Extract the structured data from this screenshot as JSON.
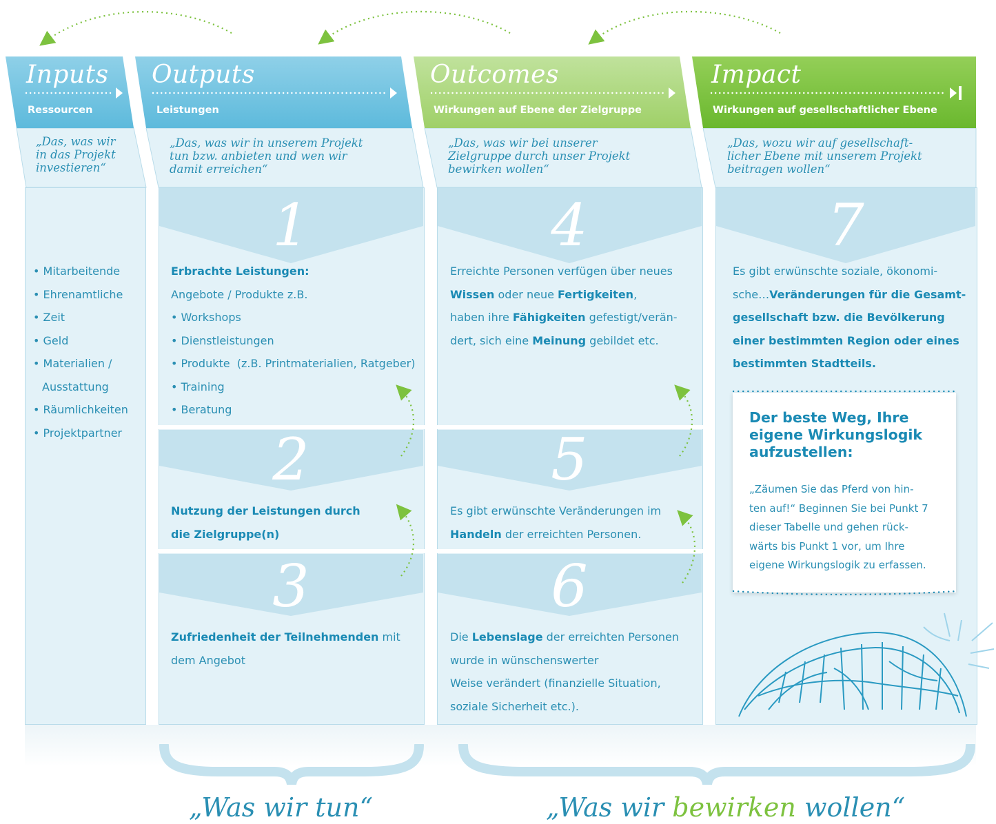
{
  "columns": [
    {
      "title": "Inputs",
      "subtitle": "Ressourcen",
      "quote": "„Das, was wir\nin das Projekt\ninvestieren“"
    },
    {
      "title": "Outputs",
      "subtitle": "Leistungen",
      "quote": "„Das, was wir in unserem Projekt\ntun bzw. anbieten und wen wir\ndamit erreichen“"
    },
    {
      "title": "Outcomes",
      "subtitle": "Wirkungen auf Ebene der Zielgruppe",
      "quote": "„Das, was wir bei unserer\nZielgruppe durch unser Projekt\nbewirken wollen“"
    },
    {
      "title": "Impact",
      "subtitle": "Wirkungen auf gesellschaftlicher Ebene",
      "quote": "„Das, wozu wir auf gesellschaft-\nlicher Ebene mit unserem Projekt\nbeitragen wollen“"
    }
  ],
  "inputs_list": [
    "Mitarbeitende",
    "Ehrenamtliche",
    "Zeit",
    "Geld",
    "Materialien /",
    "Ausstattung",
    "Räumlichkeiten",
    "Projektpartner"
  ],
  "numbers": [
    "1",
    "2",
    "3",
    "4",
    "5",
    "6",
    "7"
  ],
  "outputs": {
    "s1_heading": "Erbrachte Leistungen:",
    "s1_line": "Angebote / Produkte z.B.",
    "s1_items": [
      "Workshops",
      "Dienstleistungen",
      "Produkte  (z.B. Printmaterialien, Ratgeber)",
      "Training",
      "Beratung"
    ],
    "s2_line1": "Nutzung der Leistungen durch",
    "s2_line2": "die Zielgruppe(n)",
    "s3_bold": "Zufriedenheit der Teilnehmenden",
    "s3_rest": " mit",
    "s3_line2": "dem Angebot"
  },
  "outcomes": {
    "s4_l1": "Erreichte Personen verfügen über neues",
    "s4_b1": "Wissen",
    "s4_t1": " oder neue ",
    "s4_b2": "Fertigkeiten",
    "s4_t2": ",",
    "s4_t3": "haben ihre ",
    "s4_b3": "Fähigkeiten",
    "s4_t4": " gefestigt/verän-",
    "s4_t5": "dert, sich eine ",
    "s4_b4": "Meinung",
    "s4_t6": " gebildet etc.",
    "s5_l1": "Es gibt erwünschte Veränderungen im",
    "s5_b1": "Handeln",
    "s5_t1": " der erreichten Personen.",
    "s6_t1": "Die ",
    "s6_b1": "Lebenslage",
    "s6_t2": " der erreichten Personen",
    "s6_l2": "wurde in wünschenswerter",
    "s6_l3": "Weise verändert (finanzielle Situation,",
    "s6_l4": "soziale Sicherheit etc.)."
  },
  "impact": {
    "s7_t1": "Es gibt erwünschte soziale, ökonomi-",
    "s7_t2": "sche…",
    "s7_b1": "Veränderungen für die Gesamt-",
    "s7_b2": "gesellschaft bzw. die Bevölkerung",
    "s7_b3": "einer bestimmten Region oder eines",
    "s7_b4": "bestimmten Stadtteils."
  },
  "tip": {
    "heading": "Der beste Weg, Ihre eigene Wirkungslogik aufzustellen:",
    "body": "„Zäumen Sie das Pferd von hin-\nten auf!“ Beginnen Sie bei Punkt 7\ndieser Tabelle und gehen rück-\nwärts bis Punkt 1 vor, um Ihre\neigene Wirkungslogik zu erfassen."
  },
  "bottom": {
    "left": "„Was wir tun“",
    "right_pre": "„Was wir ",
    "right_accent": "bewirken",
    "right_post": " wollen“"
  },
  "colors": {
    "blue_header": "#6cc3e0",
    "green_light": "#a6d473",
    "green_dark": "#7dc23f",
    "text_blue": "#2a8fb3",
    "accent_green": "#7dc23f",
    "body_bg": "#e3f2f8"
  }
}
